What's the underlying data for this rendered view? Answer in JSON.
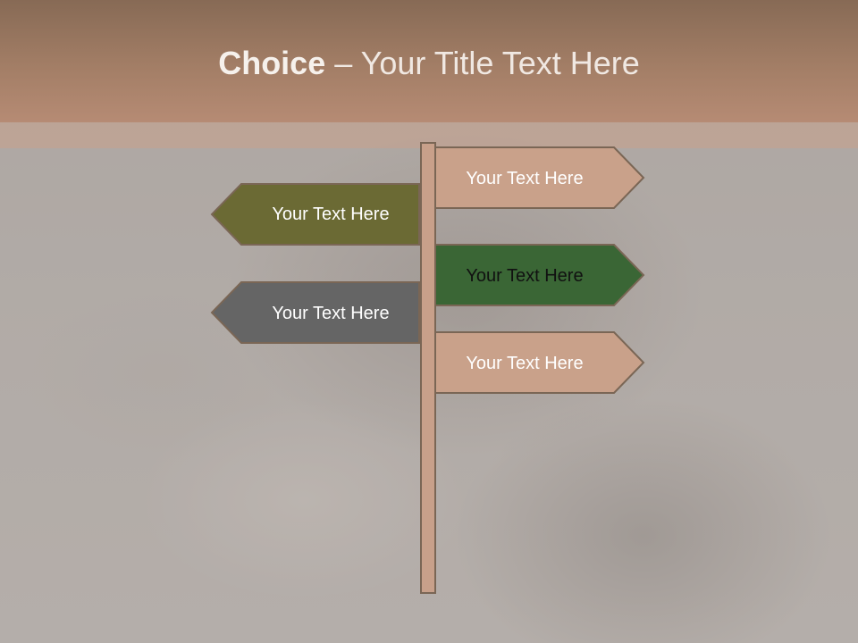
{
  "title": {
    "bold": "Choice",
    "separator": " – ",
    "rest": "Your Title Text Here"
  },
  "signs": [
    {
      "label": "Your Text Here",
      "direction": "right",
      "fill": "#c9a18a",
      "text_color": "#ffffff"
    },
    {
      "label": "Your Text Here",
      "direction": "left",
      "fill": "#6b6a34",
      "text_color": "#ffffff"
    },
    {
      "label": "Your Text Here",
      "direction": "right",
      "fill": "#3a6635",
      "text_color": "#111111"
    },
    {
      "label": "Your Text Here",
      "direction": "left",
      "fill": "#656565",
      "text_color": "#ffffff"
    },
    {
      "label": "Your Text Here",
      "direction": "right",
      "fill": "#c9a18a",
      "text_color": "#ffffff"
    }
  ],
  "colors": {
    "post": "#c8a08a",
    "outline": "#7a6655",
    "title_bar": "#a37e66"
  }
}
